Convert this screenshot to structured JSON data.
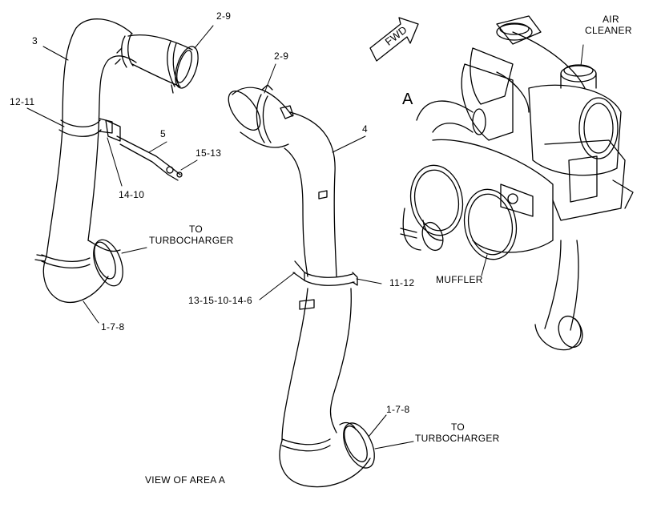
{
  "labels": {
    "part_2_9_top": "2-9",
    "part_3": "3",
    "part_12_11": "12-11",
    "part_5": "5",
    "part_15_13": "15-13",
    "part_14_10": "14-10",
    "to_turbo_left_line1": "TO",
    "to_turbo_left_line2": "TURBOCHARGER",
    "part_1_7_8_left": "1-7-8",
    "part_2_9_mid": "2-9",
    "part_4": "4",
    "part_13_15_10_14_6": "13-15-10-14-6",
    "part_11_12": "11-12",
    "part_1_7_8_right": "1-7-8",
    "to_turbo_right_line1": "TO",
    "to_turbo_right_line2": "TURBOCHARGER",
    "view_caption": "VIEW OF AREA A",
    "fwd_arrow": "FWD",
    "area_a": "A",
    "air_cleaner_line1": "AIR",
    "air_cleaner_line2": "CLEANER",
    "muffler": "MUFFLER"
  }
}
